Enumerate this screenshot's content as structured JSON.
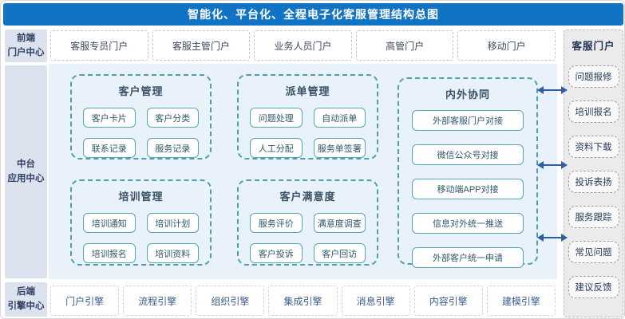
{
  "title": "智能化、平台化、全程电子化客服管理结构总图",
  "left_rail": {
    "front": {
      "line1": "前端",
      "line2": "门户中心"
    },
    "middle": {
      "line1": "中台",
      "line2": "应用中心"
    },
    "back": {
      "line1": "后端",
      "line2": "引擎中心"
    }
  },
  "portal_row": [
    "客服专员门户",
    "客服主管门户",
    "业务人员门户",
    "高管门户",
    "移动门户"
  ],
  "groups": {
    "customer": {
      "title": "客户管理",
      "items": [
        "客户卡片",
        "客户分类",
        "联系记录",
        "服务记录"
      ]
    },
    "dispatch": {
      "title": "派单管理",
      "items": [
        "问题处理",
        "自动派单",
        "人工分配",
        "服务单签署"
      ]
    },
    "collab": {
      "title": "内外协同",
      "items": [
        "外部客服门户对接",
        "微信公众号对接",
        "移动端APP对接",
        "信息对外统一推送",
        "外部客户统一申请"
      ]
    },
    "training": {
      "title": "培训管理",
      "items": [
        "培训通知",
        "培训计划",
        "培训报名",
        "培训资料"
      ]
    },
    "satisfaction": {
      "title": "客户满意度",
      "items": [
        "服务评价",
        "满意度调查",
        "客户投诉",
        "客户回访"
      ]
    }
  },
  "right_panel": {
    "title": "客服门户",
    "items": [
      "问题报修",
      "培训报名",
      "资料下载",
      "投诉表扬",
      "服务跟踪",
      "常见问题",
      "建议反馈"
    ]
  },
  "engine_row": [
    "门户引擎",
    "流程引擎",
    "组织引擎",
    "集成引擎",
    "消息引擎",
    "内容引擎",
    "建模引擎"
  ],
  "colors": {
    "title_bar": "#1173c3",
    "rail_bg": "#dce3ef",
    "mid_area_bg": "#e9f1fa",
    "group_border_teal": "#4da0a5",
    "group_item_border": "#57a7ae",
    "right_panel_bg": "#ebebeb",
    "arrow_blue": "#2e5fa0",
    "dark_navy_text": "#2e3f63"
  }
}
